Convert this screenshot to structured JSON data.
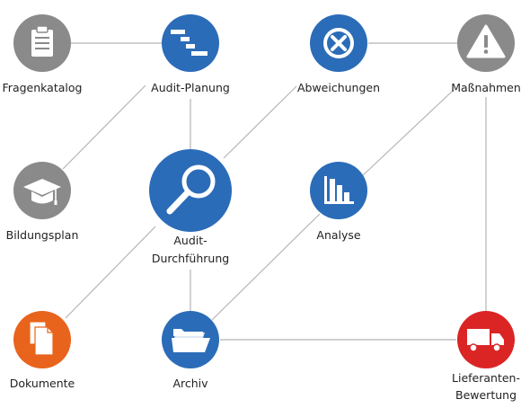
{
  "colors": {
    "blue": "#2b6cb8",
    "gray": "#8a8a8a",
    "orange": "#e8641c",
    "red": "#db2525",
    "line": "#b5b5b5"
  },
  "nodes": {
    "fragenkatalog": {
      "label": "Fragenkatalog",
      "icon": "clipboard-icon",
      "color": "gray"
    },
    "audit_planung": {
      "label": "Audit-Planung",
      "icon": "gantt-icon",
      "color": "blue"
    },
    "abweichungen": {
      "label": "Abweichungen",
      "icon": "close-icon",
      "color": "blue"
    },
    "massnahmen": {
      "label": "Maßnahmen",
      "icon": "warning-icon",
      "color": "gray"
    },
    "bildungsplan": {
      "label": "Bildungsplan",
      "icon": "graduation-cap-icon",
      "color": "gray"
    },
    "audit_durchfuehrung": {
      "label_line1": "Audit-",
      "label_line2": "Durchführung",
      "icon": "magnifier-icon",
      "color": "blue"
    },
    "analyse": {
      "label": "Analyse",
      "icon": "bar-chart-icon",
      "color": "blue"
    },
    "dokumente": {
      "label": "Dokumente",
      "icon": "documents-icon",
      "color": "orange"
    },
    "archiv": {
      "label": "Archiv",
      "icon": "folder-icon",
      "color": "blue"
    },
    "lieferanten_bewertung": {
      "label_line1": "Lieferanten-",
      "label_line2": "Bewertung",
      "icon": "truck-icon",
      "color": "red"
    }
  }
}
